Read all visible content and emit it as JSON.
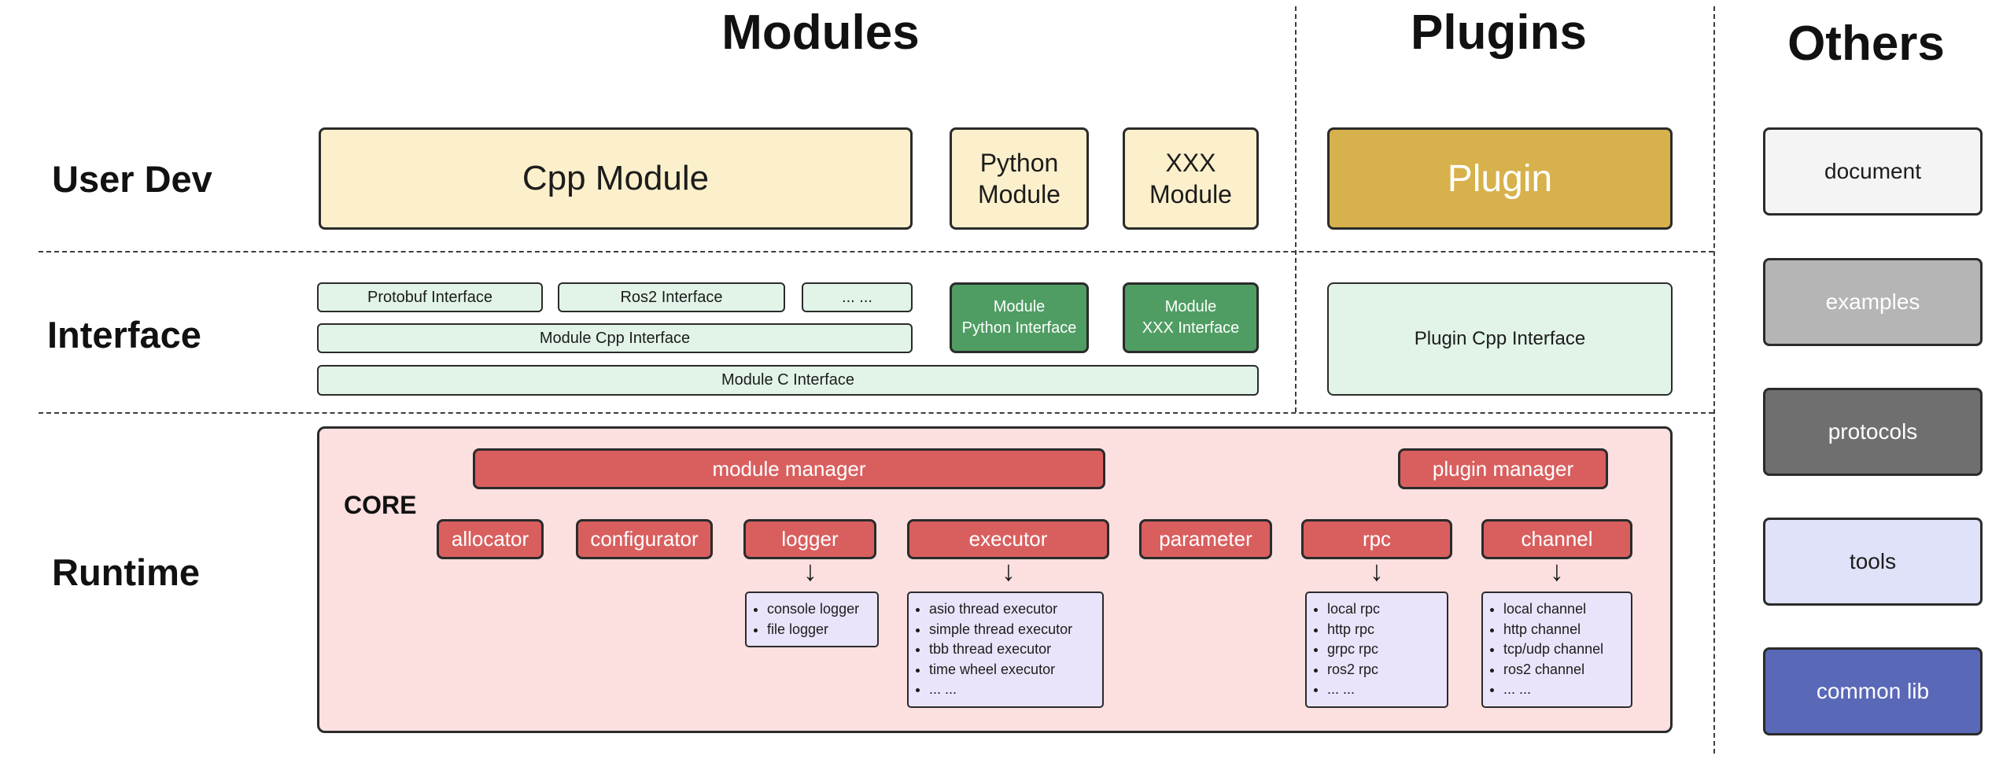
{
  "headers": {
    "modules": "Modules",
    "plugins": "Plugins",
    "others": "Others"
  },
  "rows": {
    "user_dev": "User Dev",
    "interface": "Interface",
    "runtime": "Runtime"
  },
  "user_dev": {
    "cpp_module": "Cpp Module",
    "python_module": "Python Module",
    "xxx_module": "XXX Module",
    "plugin": "Plugin"
  },
  "interface": {
    "protobuf": "Protobuf Interface",
    "ros2": "Ros2 Interface",
    "dots": "... ...",
    "module_cpp": "Module Cpp Interface",
    "module_c": "Module C Interface",
    "module_python": [
      "Module",
      "Python Interface"
    ],
    "module_xxx": [
      "Module",
      "XXX Interface"
    ],
    "plugin_cpp": "Plugin Cpp Interface"
  },
  "runtime": {
    "core_label": "CORE",
    "module_manager": "module manager",
    "plugin_manager": "plugin manager",
    "components": [
      "allocator",
      "configurator",
      "logger",
      "executor",
      "parameter",
      "rpc",
      "channel"
    ],
    "logger_impls": [
      "console logger",
      "file logger"
    ],
    "executor_impls": [
      "asio thread executor",
      "simple thread executor",
      "tbb thread executor",
      "time wheel executor",
      "... ..."
    ],
    "rpc_impls": [
      "local rpc",
      "http rpc",
      "grpc rpc",
      "ros2 rpc",
      "... ..."
    ],
    "channel_impls": [
      "local channel",
      "http channel",
      "tcp/udp channel",
      "ros2 channel",
      "... ..."
    ]
  },
  "others": {
    "items": [
      "document",
      "examples",
      "protocols",
      "tools",
      "common lib"
    ]
  },
  "icons": {
    "down_arrow": "↓"
  },
  "colors": {
    "cream": "#fbf0cb",
    "gold": "#d7b14b",
    "mint": "#e1f4e7",
    "dark_green": "#4f9d63",
    "pink": "#fcdfdf",
    "red": "#d95f5f",
    "lavender": "#eae4fb",
    "indigo": "#5a68b8",
    "gray_light": "#f4f4f4",
    "gray_mid": "#b5b5b5",
    "gray_dark": "#6f6f6f",
    "periwinkle": "#dfe2f8",
    "border": "#2b2b2b"
  }
}
